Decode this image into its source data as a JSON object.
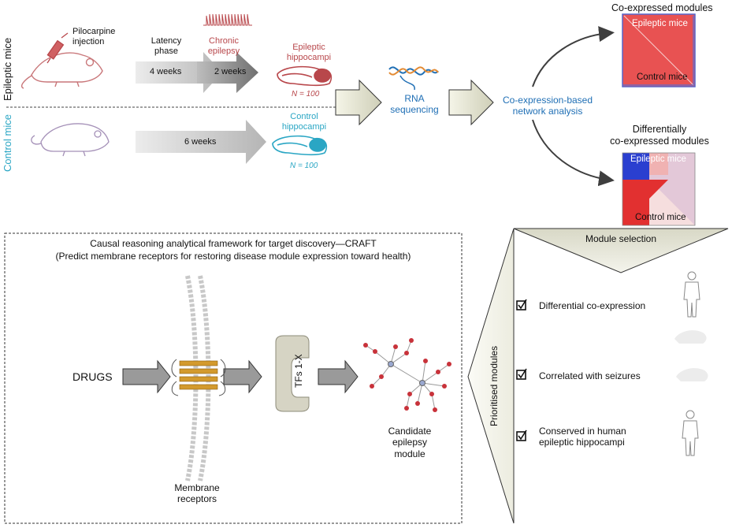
{
  "top": {
    "epileptic_mice_label": "Epileptic mice",
    "control_mice_label": "Control mice",
    "pilocarpine": "Pilocarpine\ninjection",
    "latency_phase": "Latency\nphase",
    "chronic_epilepsy": "Chronic\nepilepsy",
    "epileptic_arrow_1": "4 weeks",
    "epileptic_arrow_2": "2 weeks",
    "control_arrow": "6 weeks",
    "epileptic_hippocampi": "Epileptic\nhippocampi",
    "epileptic_n": "N = 100",
    "control_hippocampi": "Control\nhippocampi",
    "control_n": "N = 100",
    "rna_sequencing": "RNA\nsequencing",
    "network_analysis": "Co-expression-based\nnetwork analysis",
    "coexpressed_title": "Co-expressed modules",
    "coexpressed_epileptic": "Epileptic mice",
    "coexpressed_control": "Control mice",
    "diff_title": "Differentially\nco-expressed modules",
    "diff_epileptic": "Epileptic mice",
    "diff_control": "Control mice"
  },
  "craft": {
    "title_line1": "Causal reasoning analytical framework for target discovery—CRAFT",
    "title_line2": "(Predict membrane receptors for restoring disease module expression toward health)",
    "drugs": "DRUGS",
    "tfs": "TFs 1-X",
    "membrane_receptors": "Membrane\nreceptors",
    "candidate_module": "Candidate\nepilepsy\nmodule"
  },
  "selection": {
    "module_selection": "Module selection",
    "prioritised_modules": "Prioritised modules",
    "criteria": [
      {
        "label": "Differential co-expression"
      },
      {
        "label": "Correlated with seizures"
      },
      {
        "label": "Conserved in human\nepileptic hippocampi"
      }
    ]
  },
  "colors": {
    "epileptic": "#b8474b",
    "control": "#2aa6c4",
    "blue_text": "#1f6fb5",
    "arrow_gray": "#9a9a9a",
    "heat_red": "#e03a3a",
    "heat_blue": "#2e45d6"
  },
  "icons": [
    "mouse-icon",
    "syringe-icon",
    "brain-icon",
    "dna-icon",
    "human-icon",
    "checkbox-icon",
    "receptor-icon",
    "network-icon"
  ]
}
